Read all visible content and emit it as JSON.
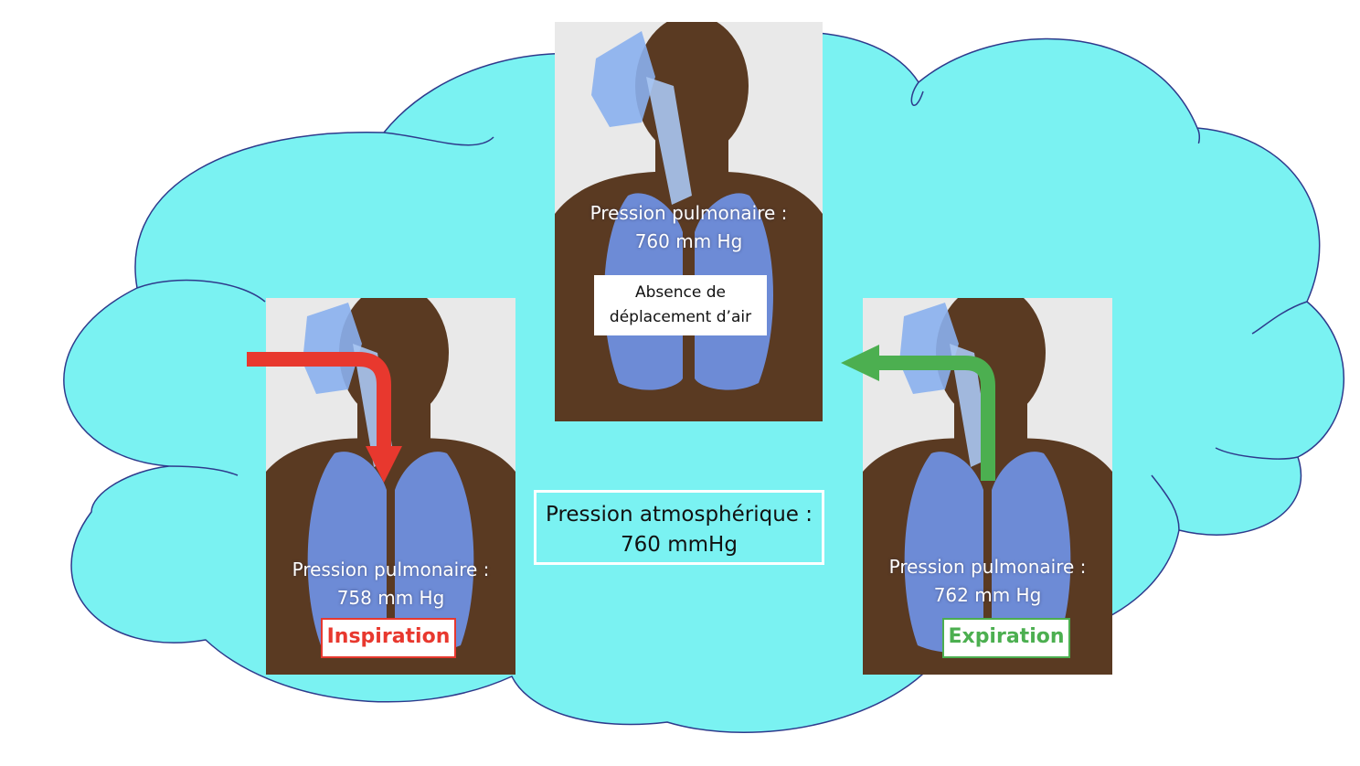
{
  "colors": {
    "cloud_fill": "#7af2f2",
    "cloud_stroke": "#2e3a8c",
    "skin": "#5a3a22",
    "lung": "#6f8fe0",
    "inspiration": "#e8382e",
    "expiration": "#4caf50"
  },
  "panels": {
    "rest": {
      "pressure_line1": "Pression pulmonaire :",
      "pressure_line2": "760 mm Hg",
      "note_line1": "Absence de",
      "note_line2": "déplacement d’air"
    },
    "inspiration": {
      "pressure_line1": "Pression pulmonaire :",
      "pressure_line2": "758 mm Hg",
      "phase_label": "Inspiration",
      "arrow_icon": "arrow-down-curved"
    },
    "expiration": {
      "pressure_line1": "Pression pulmonaire :",
      "pressure_line2": "762 mm Hg",
      "phase_label": "Expiration",
      "arrow_icon": "arrow-left-curved"
    }
  },
  "atmosphere": {
    "line1": "Pression atmosphérique :",
    "line2": "760 mmHg"
  }
}
